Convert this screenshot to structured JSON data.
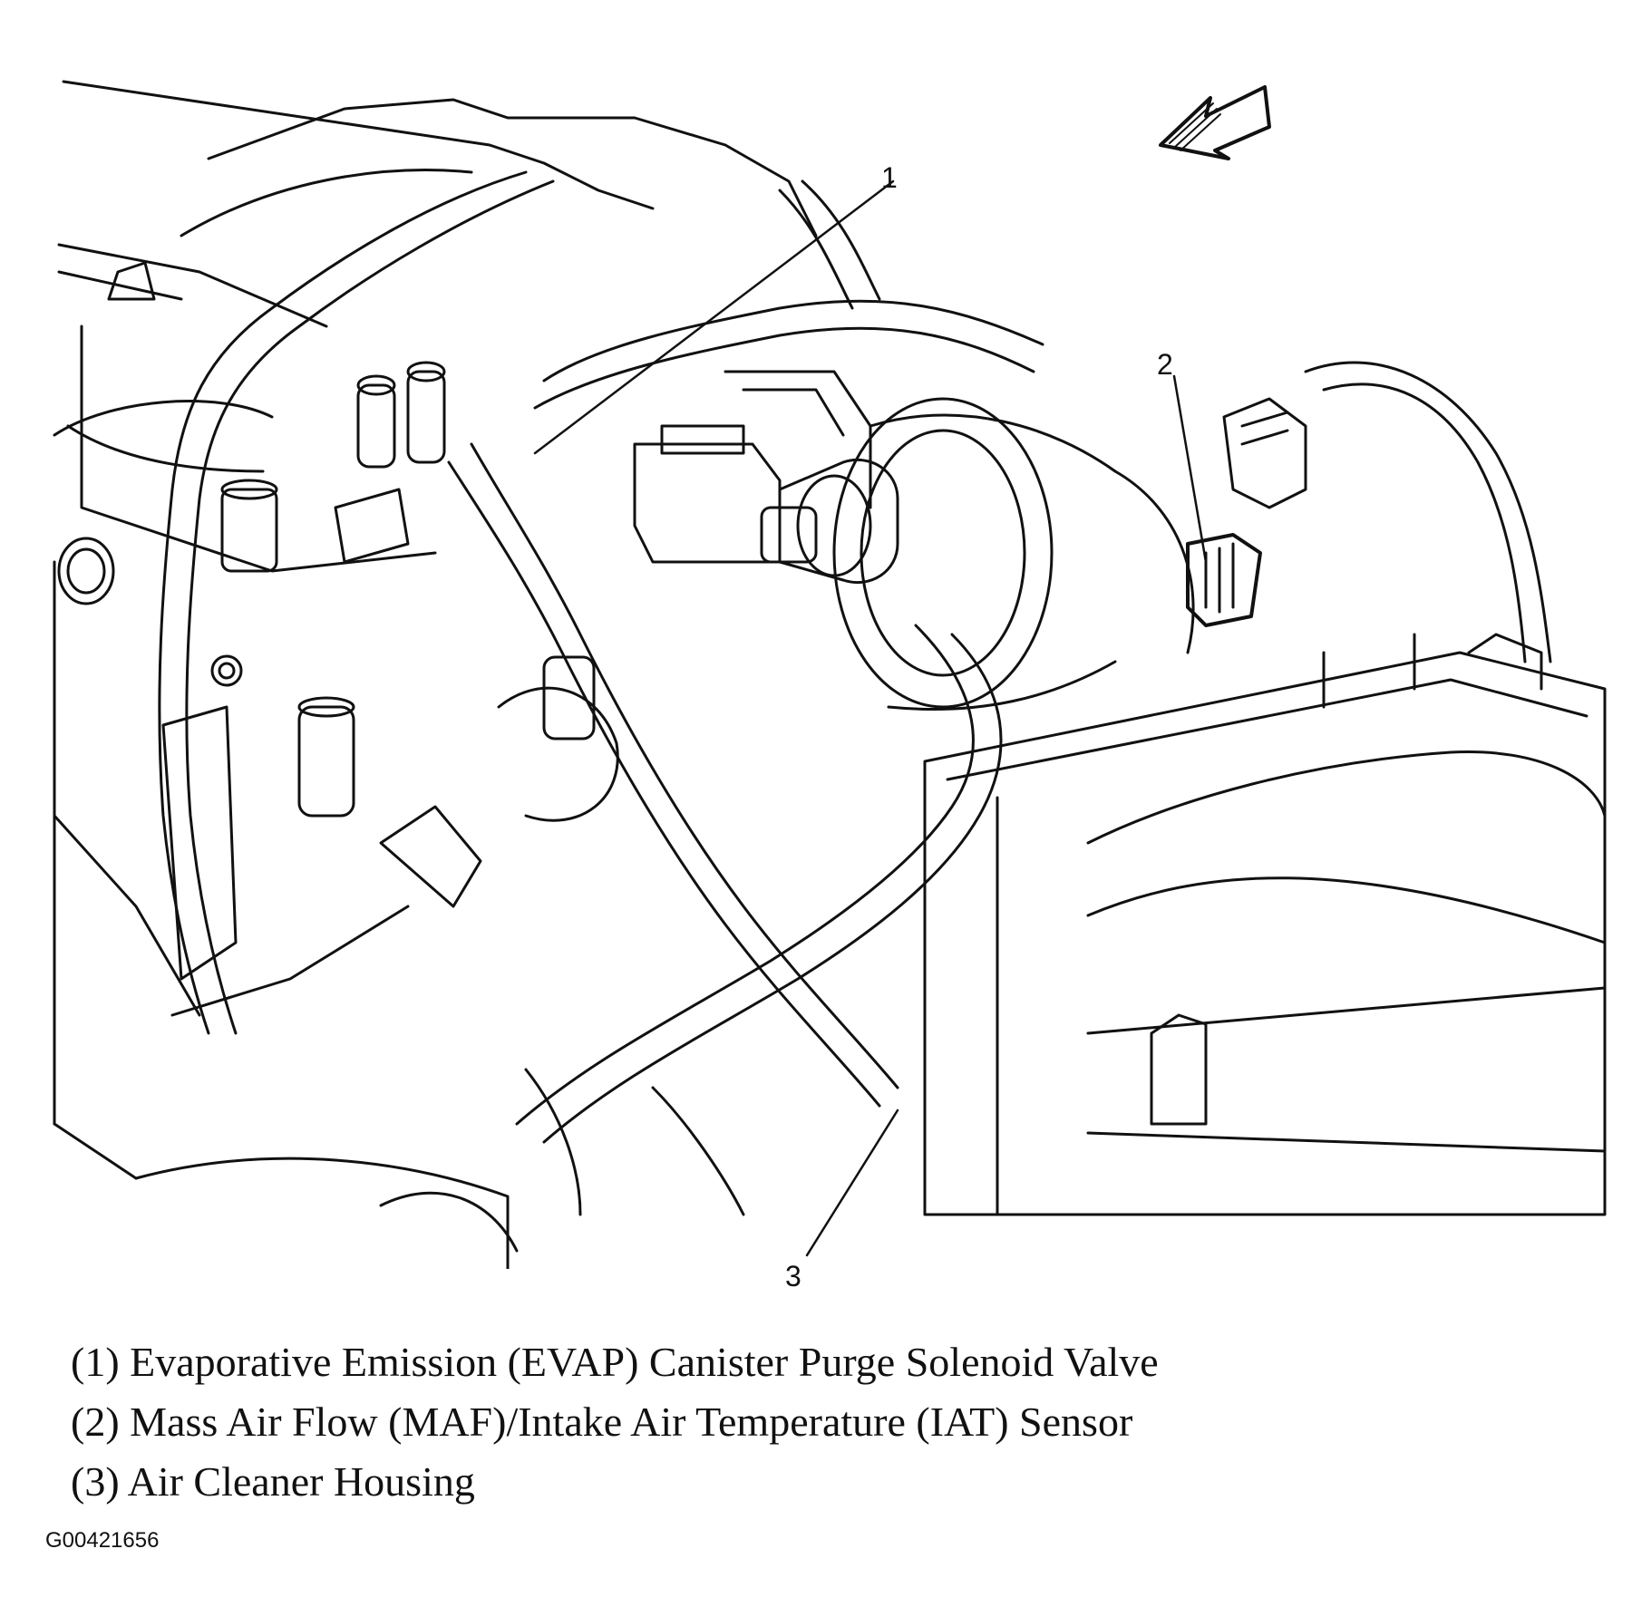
{
  "callouts": {
    "c1": "1",
    "c2": "2",
    "c3": "3"
  },
  "legend": [
    "(1) Evaporative Emission (EVAP) Canister Purge Solenoid Valve",
    "(2) Mass Air Flow (MAF)/Intake Air Temperature (IAT) Sensor",
    "(3) Air Cleaner Housing"
  ],
  "figure_id": "G00421656",
  "icons": {
    "direction_arrow": "arrow-down-left-icon"
  },
  "colors": {
    "ink": "#111111",
    "background": "#ffffff"
  }
}
